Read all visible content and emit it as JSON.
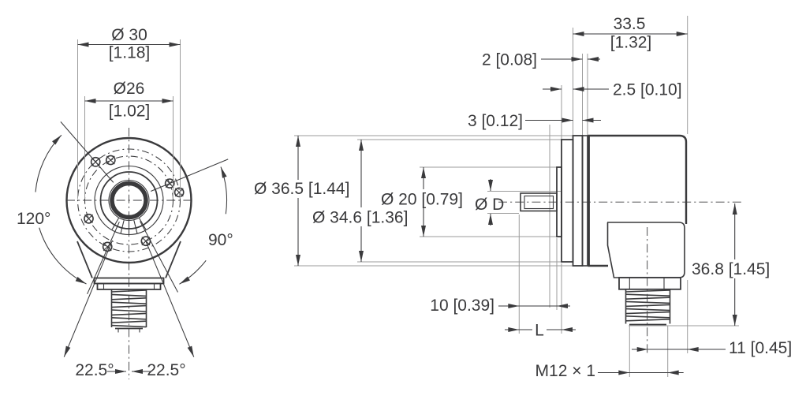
{
  "drawing": {
    "type": "technical-dimension-drawing",
    "subject": "rotary encoder with synchro flange and M12 connector, front and side views",
    "colors": {
      "line": "#3a3a3c",
      "extension_line": "#9b9b9b",
      "text": "#3a3a3c",
      "background": "#ffffff"
    },
    "front_view": {
      "d30": "Ø 30",
      "d30_in": "[1.18]",
      "d26": "Ø26",
      "d26_in": "[1.02]",
      "a120": "120°",
      "a90": "90°",
      "a22_left": "22.5°",
      "a22_right": "22.5°"
    },
    "side_view": {
      "w335": "33.5",
      "w335_in": "[1.32]",
      "t2": "2 [0.08]",
      "t25": "2.5 [0.10]",
      "t3": "3 [0.12]",
      "d365": "Ø 36.5 [1.44]",
      "d346": "Ø 34.6 [1.36]",
      "d20": "Ø 20 [0.79]",
      "dD": "Ø D",
      "l10": "10 [0.39]",
      "lL": "L",
      "m12": "M12 × 1",
      "h368": "36.8 [1.45]",
      "o11": "11 [0.45]"
    }
  }
}
